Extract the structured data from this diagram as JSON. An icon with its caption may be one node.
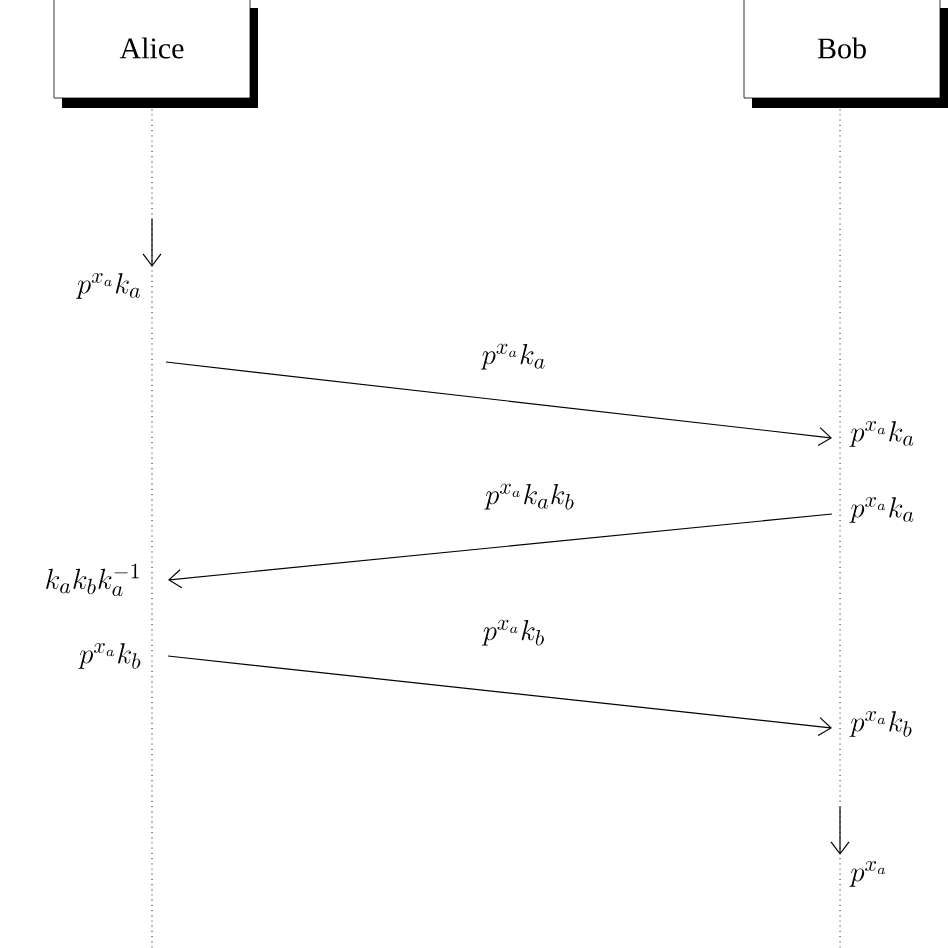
{
  "diagram": {
    "nodes": [
      {
        "text": [
          "Alice"
        ]
      },
      {
        "text": [
          "Bob"
        ]
      },
      {
        "text": [
          "p^{x_a}k_a"
        ]
      },
      {
        "text": [
          "p^{x_a}k_a"
        ]
      },
      {
        "text": [
          "p^{x_a}k_a"
        ]
      },
      {
        "text": [
          "k_ak_bk_a^{-1}"
        ]
      },
      {
        "text": [
          "p^{x_a}k_b"
        ]
      },
      {
        "text": [
          "p^{x_a}k_b"
        ]
      },
      {
        "text": [
          "p^{x_a}"
        ]
      }
    ],
    "edges": [
      {
        "from": null,
        "to": 2,
        "arrow": "to"
      },
      {
        "from": null,
        "to": 3,
        "arrow": "to",
        "label": "p^{x_a}k_a"
      },
      {
        "from": 4,
        "to": 5,
        "arrow": "to",
        "label": "p^{x_a}k_ak_b"
      },
      {
        "from": 6,
        "to": 7,
        "arrow": "to",
        "label": "p^{x_a}k_b"
      },
      {
        "from": null,
        "to": 8,
        "arrow": "to"
      }
    ]
  }
}
